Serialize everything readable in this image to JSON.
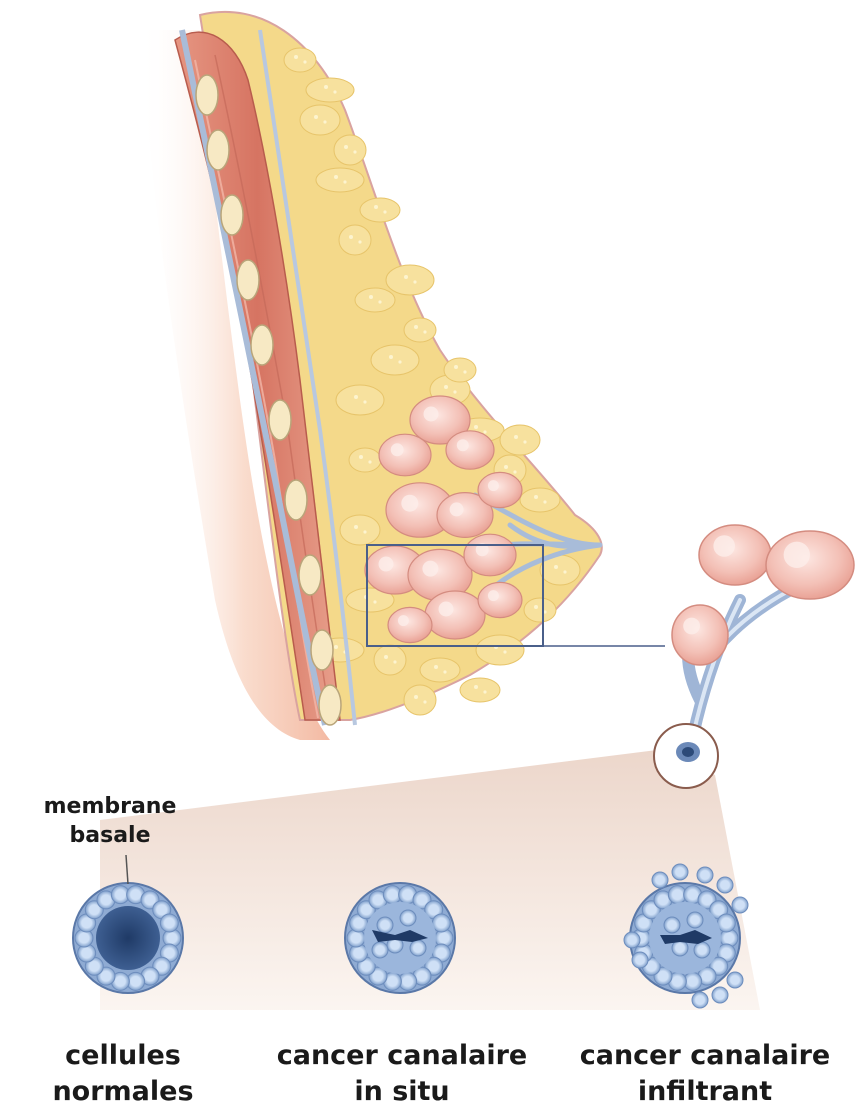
{
  "labels": {
    "membrane_line1": "membrane",
    "membrane_line2": "basale",
    "normal_line1": "cellules",
    "normal_line2": "normales",
    "insitu_line1": "cancer canalaire",
    "insitu_line2": "in situ",
    "infiltrant_line1": "cancer canalaire",
    "infiltrant_line2": "infiltrant"
  },
  "colors": {
    "skin": "#f6cdb8",
    "muscle": "#d9806d",
    "fat": "#f4da86",
    "fat_spot": "#fdf4cf",
    "lobule": "#f0b7ad",
    "duct": "#a8bcd9",
    "frame": "#4a5f8a",
    "cell": "#b9d0ee",
    "lumen": "#2c4a78",
    "text": "#1a1a1a"
  }
}
